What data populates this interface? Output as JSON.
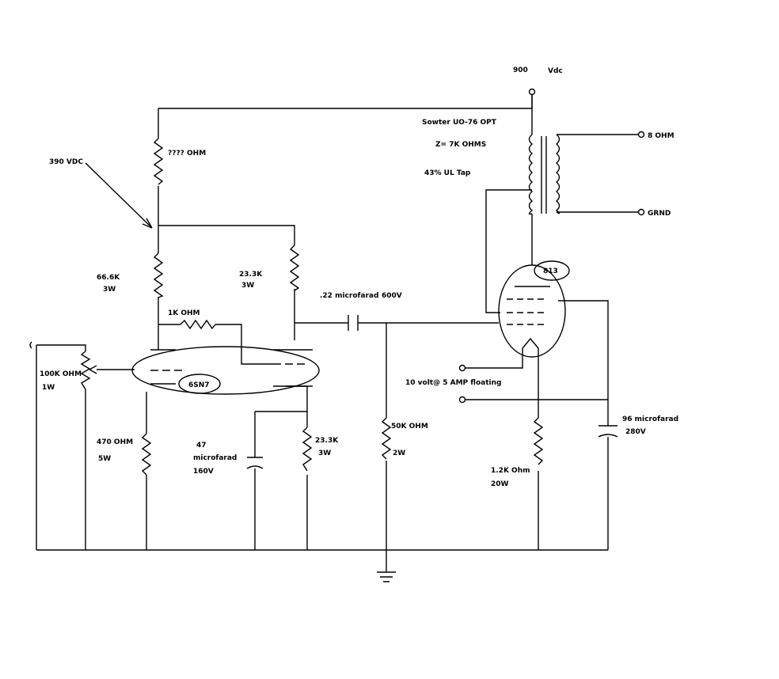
{
  "labels": {
    "supply_v": "900",
    "supply_unit": "Vdc",
    "transformer_name": "Sowter UO-76 OPT",
    "transformer_z": "Z= 7K OHMS",
    "transformer_tap": "43% UL Tap",
    "out_8ohm": "8 OHM",
    "out_grnd": "GRND",
    "node_390": "390 VDC",
    "r_top": "???? OHM",
    "r_666": "66.6K",
    "r_666_w": "3W",
    "r_233a": "23.3K",
    "r_233a_w": "3W",
    "cap_022": ".22 microfarad",
    "cap_022_v": "600V",
    "tube_813": "813",
    "r_1k": "1K OHM",
    "pot_100k": "100K OHM",
    "pot_100k_w": "1W",
    "tube_6sn7": "6SN7",
    "fil_line": "10 volt@ 5 AMP floating",
    "cap_96": "96 microfarad",
    "cap_96_v": "280V",
    "r_470": "470 OHM",
    "r_470_w": "5W",
    "cap_47": "47",
    "cap_47_unit": "microfarad",
    "cap_47_v": "160V",
    "r_233b": "23.3K",
    "r_233b_w": "3W",
    "r_50k": "50K OHM",
    "r_50k_w": "2W",
    "r_12k": "1.2K Ohm",
    "r_12k_w": "20W"
  }
}
